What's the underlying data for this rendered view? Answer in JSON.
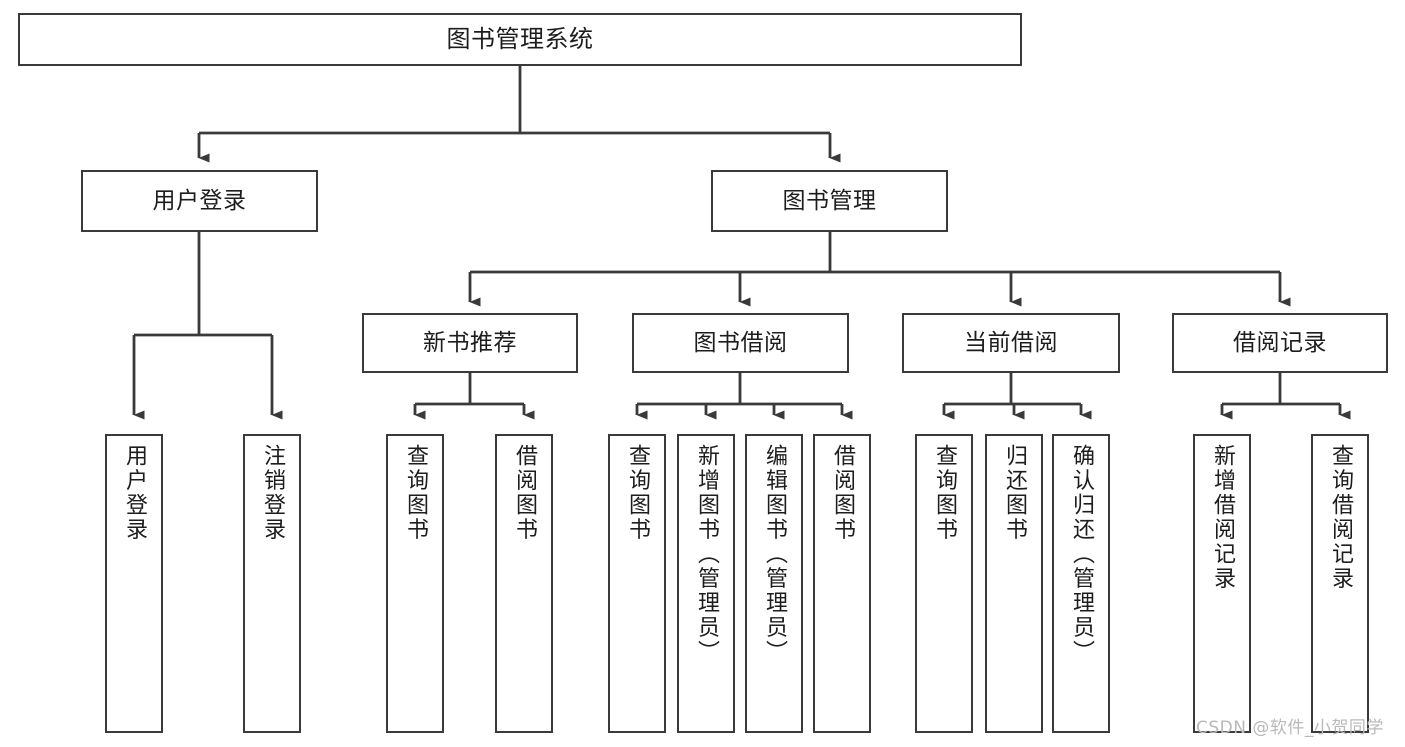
{
  "diagram": {
    "type": "tree",
    "title": "图书管理系统",
    "watermark": "CSDN @软件_小贺同学",
    "colors": {
      "box_border": "#3a3a3a",
      "box_fill": "#ffffff",
      "connector": "#3a3a3a",
      "text": "#1d1d1d",
      "watermark": "#b9b9b9",
      "background": "#ffffff"
    },
    "levels": {
      "root": {
        "label": "图书管理系统"
      },
      "level2": [
        {
          "label": "用户登录"
        },
        {
          "label": "图书管理"
        }
      ],
      "level3": [
        {
          "label": "新书推荐"
        },
        {
          "label": "图书借阅"
        },
        {
          "label": "当前借阅"
        },
        {
          "label": "借阅记录"
        }
      ],
      "leaves": {
        "user_login": [
          {
            "label": "用户登录"
          },
          {
            "label": "注销登录"
          }
        ],
        "new_book_recommend": [
          {
            "label": "查询图书"
          },
          {
            "label": "借阅图书"
          }
        ],
        "book_borrow": [
          {
            "label": "查询图书"
          },
          {
            "label": "新增图书（管理员）"
          },
          {
            "label": "编辑图书（管理员）"
          },
          {
            "label": "借阅图书"
          }
        ],
        "current_borrow": [
          {
            "label": "查询图书"
          },
          {
            "label": "归还图书"
          },
          {
            "label": "确认归还（管理员）"
          }
        ],
        "borrow_record": [
          {
            "label": "新增借阅记录"
          },
          {
            "label": "查询借阅记录"
          }
        ]
      }
    }
  }
}
